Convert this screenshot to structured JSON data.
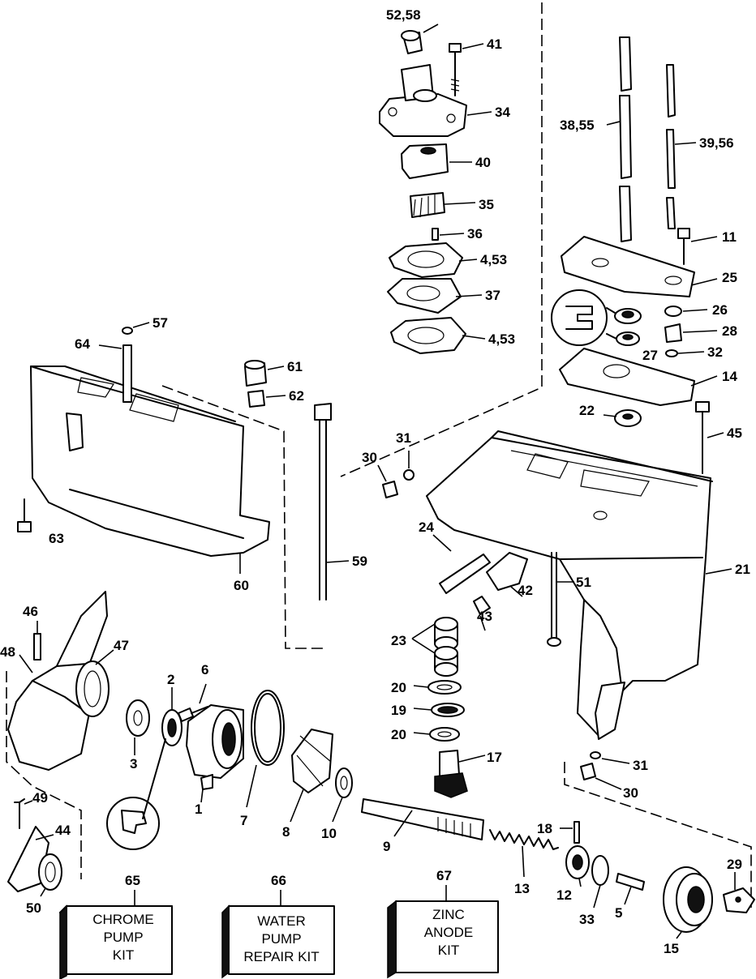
{
  "labels": {
    "p52_58": "52,58",
    "p41": "41",
    "p34": "34",
    "p40": "40",
    "p35": "35",
    "p36": "36",
    "p4_53a": "4,53",
    "p37": "37",
    "p4_53b": "4,53",
    "p38_55": "38,55",
    "p39_56": "39,56",
    "p11": "11",
    "p25": "25",
    "p26": "26",
    "p28": "28",
    "p27": "27",
    "p32a": "32",
    "p14": "14",
    "p22": "22",
    "p45": "45",
    "p57": "57",
    "p64": "64",
    "p61": "61",
    "p62": "62",
    "p63": "63",
    "p60": "60",
    "p59": "59",
    "p30a": "30",
    "p31a": "31",
    "p24": "24",
    "p42": "42",
    "p43": "43",
    "p51": "51",
    "p21": "21",
    "p23": "23",
    "p20a": "20",
    "p19": "19",
    "p20b": "20",
    "p17": "17",
    "p31b": "31",
    "p30b": "30",
    "p46": "46",
    "p48": "48",
    "p47": "47",
    "p2": "2",
    "p6": "6",
    "p3": "3",
    "p1": "1",
    "p7": "7",
    "p8": "8",
    "p10": "10",
    "p9": "9",
    "p13": "13",
    "p18": "18",
    "p12": "12",
    "p33": "33",
    "p5": "5",
    "p15": "15",
    "p29": "29",
    "p49": "49",
    "p44": "44",
    "p50": "50",
    "p65": "65",
    "p66": "66",
    "p67": "67"
  },
  "kits": {
    "chrome": [
      "CHROME",
      "PUMP",
      "KIT"
    ],
    "water": [
      "WATER",
      "PUMP",
      "REPAIR KIT"
    ],
    "zinc": [
      "ZINC",
      "ANODE",
      "KIT"
    ]
  }
}
